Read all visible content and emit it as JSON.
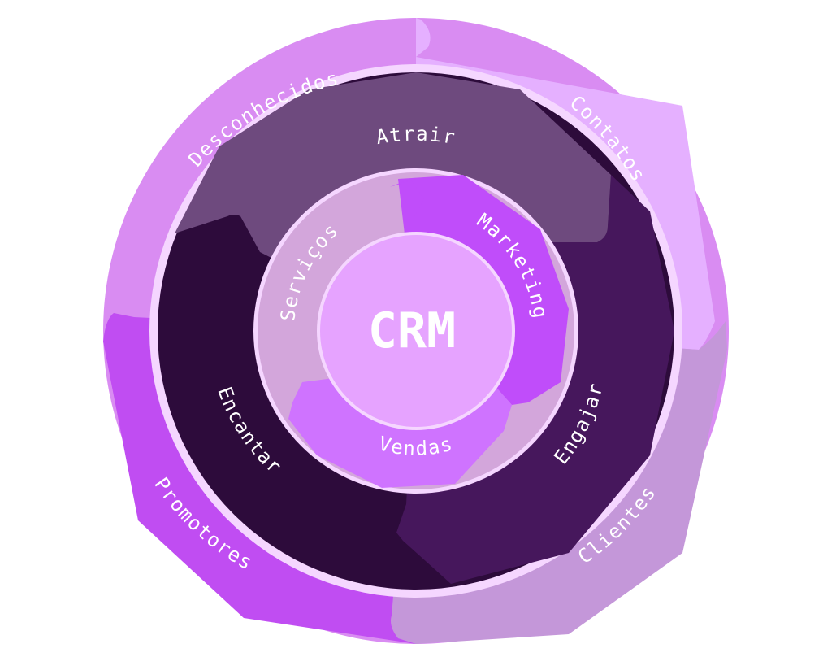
{
  "center": {
    "label": "CRM"
  },
  "outer_ring": {
    "segments": [
      {
        "label": "Desconhecidos",
        "color": "#d98cf2"
      },
      {
        "label": "Contatos",
        "color": "#e5b0ff"
      },
      {
        "label": "Clientes",
        "color": "#c497d9"
      },
      {
        "label": "Promotores",
        "color": "#c04df2"
      }
    ]
  },
  "middle_ring": {
    "segments": [
      {
        "label": "Atrair",
        "color": "#6e4a7e"
      },
      {
        "label": "Engajar",
        "color": "#46175c"
      },
      {
        "label": "Encantar",
        "color": "#2d0b3b"
      }
    ]
  },
  "inner_ring": {
    "segments": [
      {
        "label": "Marketing",
        "color": "#c04dfa"
      },
      {
        "label": "Vendas",
        "color": "#cf73ff"
      },
      {
        "label": "Serviços",
        "color": "#d3a6db"
      }
    ]
  },
  "colors": {
    "separator": "#f5d6ff",
    "core": "#e6a3ff",
    "background": "#ffffff"
  }
}
